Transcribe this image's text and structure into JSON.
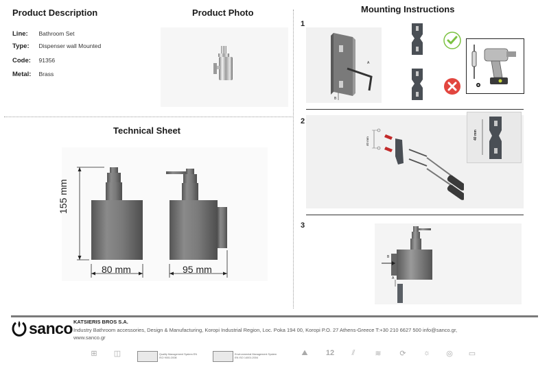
{
  "product_description": {
    "title": "Product Description",
    "rows": [
      {
        "key": "Line:",
        "value": "Bathroom Set"
      },
      {
        "key": "Type:",
        "value": "Dispenser wall Mounted"
      },
      {
        "key": "Code:",
        "value": "91356"
      },
      {
        "key": "Metal:",
        "value": "Brass"
      }
    ]
  },
  "product_photo": {
    "title": "Product Photo"
  },
  "technical_sheet": {
    "title": "Technical Sheet",
    "height_label": "155 mm",
    "width_front_label": "80 mm",
    "width_side_label": "95 mm"
  },
  "mounting": {
    "title": "Mounting Instructions",
    "steps": [
      "1",
      "2",
      "3"
    ],
    "step2_dim_small": "40 mm",
    "step2_dim_card": "40 mm",
    "step1_label_a": "A",
    "step1_label_b": "B",
    "step3_label_a": "A",
    "step3_label_b": "B"
  },
  "footer": {
    "brand": "sanco",
    "company": "KATSIERIS BROS S.A.",
    "address": "Industry Bathroom accessories, Design & Manufacturing, Koropi Industrial Region, Loc. Poka 194 00, Koropi P.O. 27  Athens-Greece   T:+30 210 6627 500 info@sanco.gr,",
    "website": "www.sanco.gr",
    "cert1": "Quality Management System EN ISO 9001:2008",
    "cert2": "Environmental Management System EN ISO 14001:2004",
    "badge_years": "12"
  },
  "colors": {
    "metal_dark": "#6f6f6f",
    "metal_light": "#b5b5b5",
    "check_green": "#7cc242",
    "cross_red": "#e2463f"
  }
}
